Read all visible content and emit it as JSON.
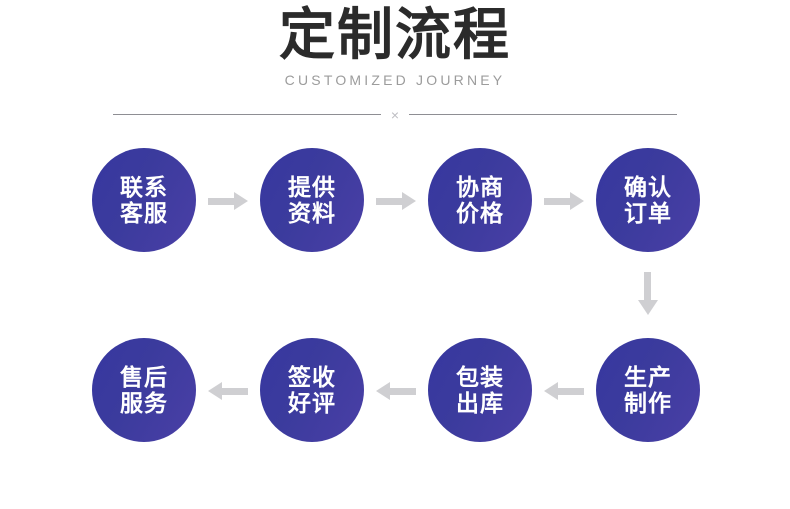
{
  "header": {
    "title": "定制流程",
    "subtitle": "CUSTOMIZED JOURNEY",
    "divider_mark": "×"
  },
  "colors": {
    "node_blue": "#3b3b9d",
    "node_blue_gradient_end": "#4a3fa6",
    "arrow_gray": "#cfcfd2",
    "title_text": "#2b2b2b",
    "subtitle_text": "#9c9c9c",
    "divider_line": "#8e8e93",
    "background": "#ffffff",
    "node_label_text": "#ffffff"
  },
  "flow": {
    "top_row": {
      "direction": "left-to-right",
      "steps": [
        {
          "index": 1,
          "label": "联系\n客服",
          "name": "contact-support"
        },
        {
          "index": 2,
          "label": "提供\n资料",
          "name": "provide-materials"
        },
        {
          "index": 3,
          "label": "协商\n价格",
          "name": "negotiate-price"
        },
        {
          "index": 4,
          "label": "确认\n订单",
          "name": "confirm-order"
        }
      ],
      "connectors": [
        "→",
        "→",
        "→"
      ]
    },
    "row_connector": {
      "glyph": "↓",
      "direction": "down"
    },
    "bottom_row": {
      "direction": "right-to-left",
      "steps": [
        {
          "index": 8,
          "label": "售后\n服务",
          "name": "after-sales-service"
        },
        {
          "index": 7,
          "label": "签收\n好评",
          "name": "sign-and-review"
        },
        {
          "index": 6,
          "label": "包装\n出库",
          "name": "package-and-ship"
        },
        {
          "index": 5,
          "label": "生产\n制作",
          "name": "production"
        }
      ],
      "connectors": [
        "←",
        "←",
        "←"
      ]
    }
  }
}
